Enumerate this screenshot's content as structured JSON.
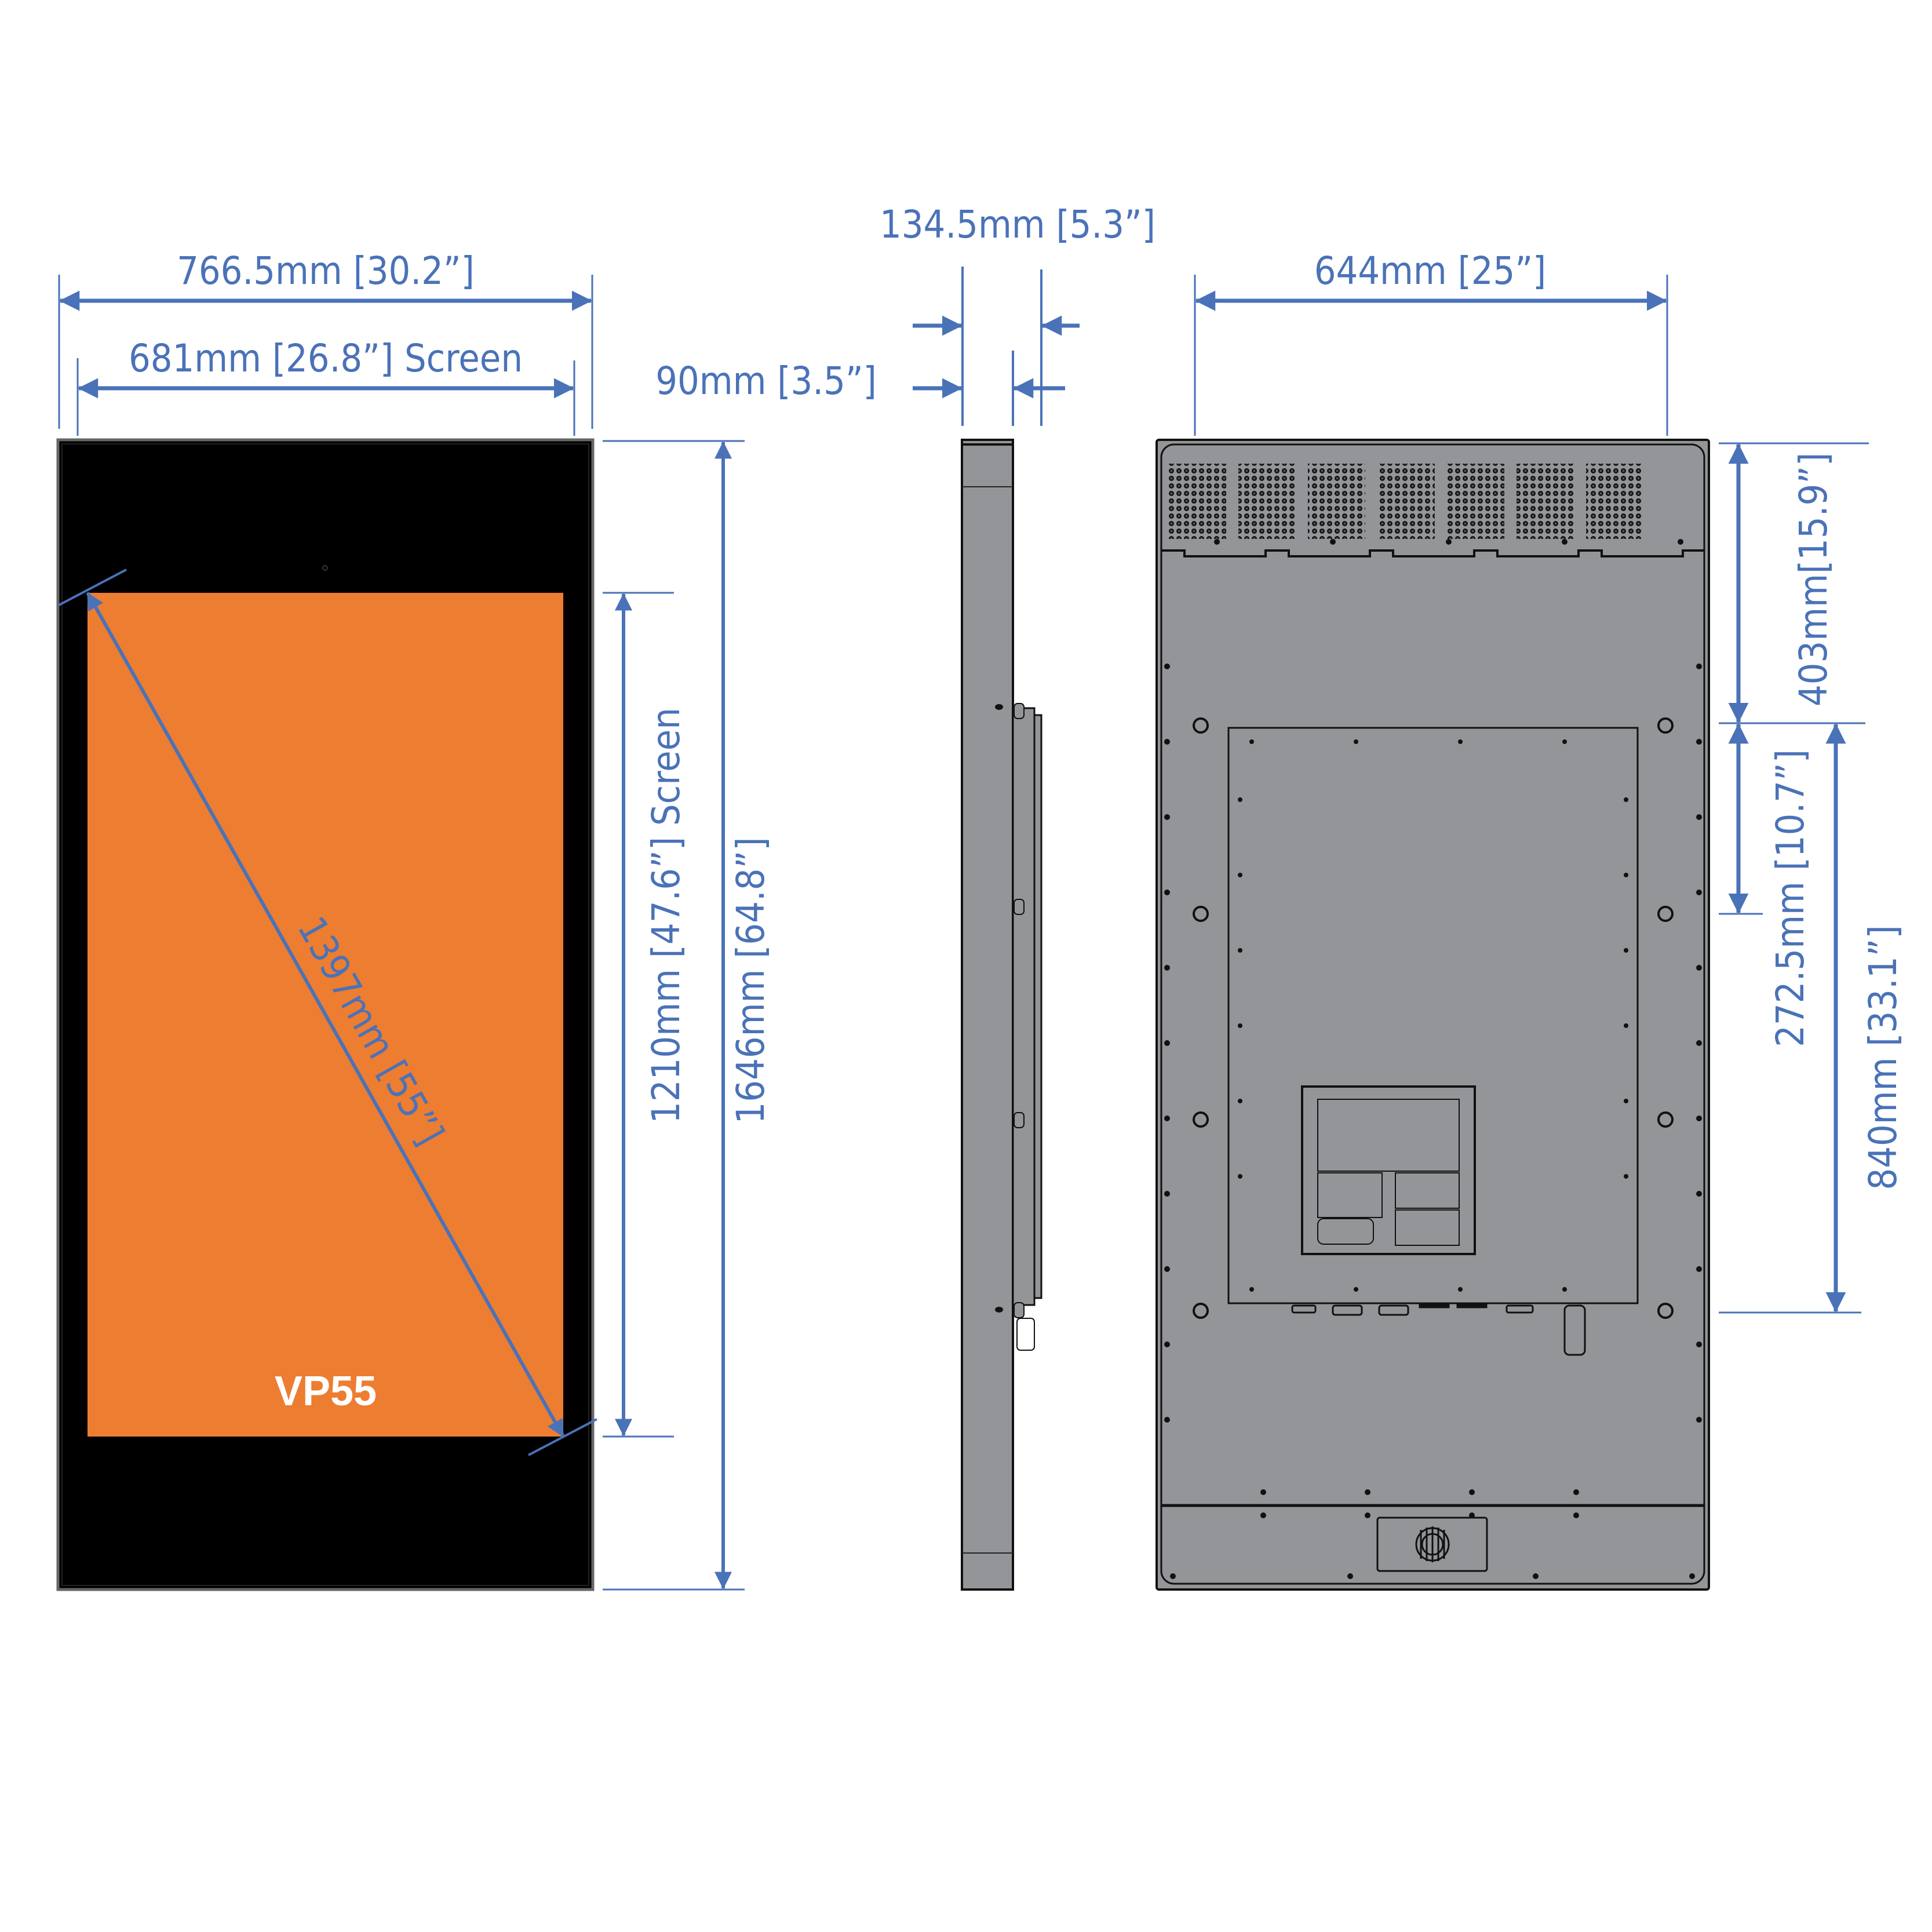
{
  "drawing": {
    "title": "VP55 dimensional drawing",
    "model_label": "VP55",
    "colors": {
      "dimension": "#4a72b8",
      "screen": "#ed7d31",
      "bezel": "#000000",
      "chassis": "#939598",
      "outline": "#1a1a1a"
    },
    "front_view": {
      "overall_width": "766.5mm [30.2”]",
      "screen_width": "681mm [26.8”] Screen",
      "diagonal": "1397mm [55”]",
      "screen_height": "1210mm [47.6”] Screen",
      "overall_height": "1646mm [64.8”]"
    },
    "side_view": {
      "overall_depth": "134.5mm [5.3”]",
      "body_depth": "90mm [3.5”]"
    },
    "rear_view": {
      "mount_width": "644mm [25”]",
      "top_to_mount": "403mm[15.9”]",
      "mount_spacing": "272.5mm [10.7”]",
      "mount_to_bottom": "840mm [33.1”]",
      "vent_groups": 7
    }
  }
}
